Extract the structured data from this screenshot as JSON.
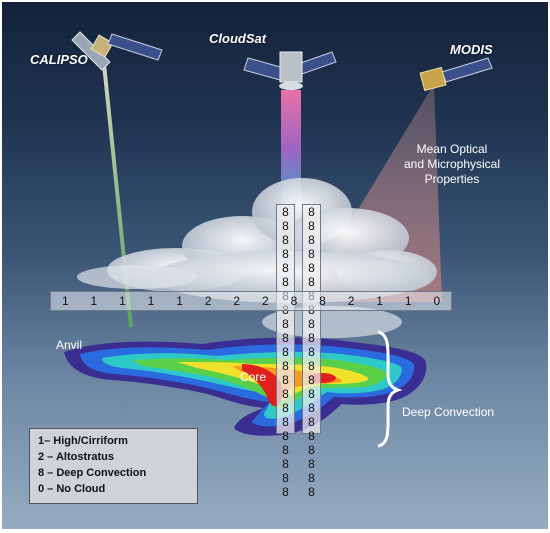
{
  "satellites": {
    "calipso": "CALIPSO",
    "cloudsat": "CloudSat",
    "modis": "MODIS"
  },
  "mean_properties": [
    "Mean Optical",
    "and Microphysical",
    "Properties"
  ],
  "labels": {
    "anvil": "Anvil",
    "core": "Core",
    "deep_convection": "Deep Convection"
  },
  "horizontal_strip": [
    "1",
    "1",
    "1",
    "1",
    "1",
    "2",
    "2",
    "2",
    "8",
    "8",
    "2",
    "1",
    "1",
    "0"
  ],
  "vertical_strip_left": [
    "8",
    "8",
    "8",
    "8",
    "8",
    "8",
    "8",
    "8",
    "8",
    "8",
    "8",
    "8",
    "8",
    "8",
    "8",
    "8",
    "8",
    "8",
    "8",
    "8",
    "8"
  ],
  "vertical_strip_right": [
    "8",
    "8",
    "8",
    "8",
    "8",
    "8",
    "8",
    "8",
    "8",
    "8",
    "8",
    "8",
    "8",
    "8",
    "8",
    "8",
    "8",
    "8",
    "8",
    "8",
    "8"
  ],
  "legend": [
    "1– High/Cirriform",
    "2 – Altostratus",
    "8 – Deep Convection",
    "0 – No Cloud"
  ],
  "colors": {
    "calipso_beam": "#6fb56a",
    "modis_cone": "#e8a0a0",
    "convection_core": "#e0201a"
  }
}
